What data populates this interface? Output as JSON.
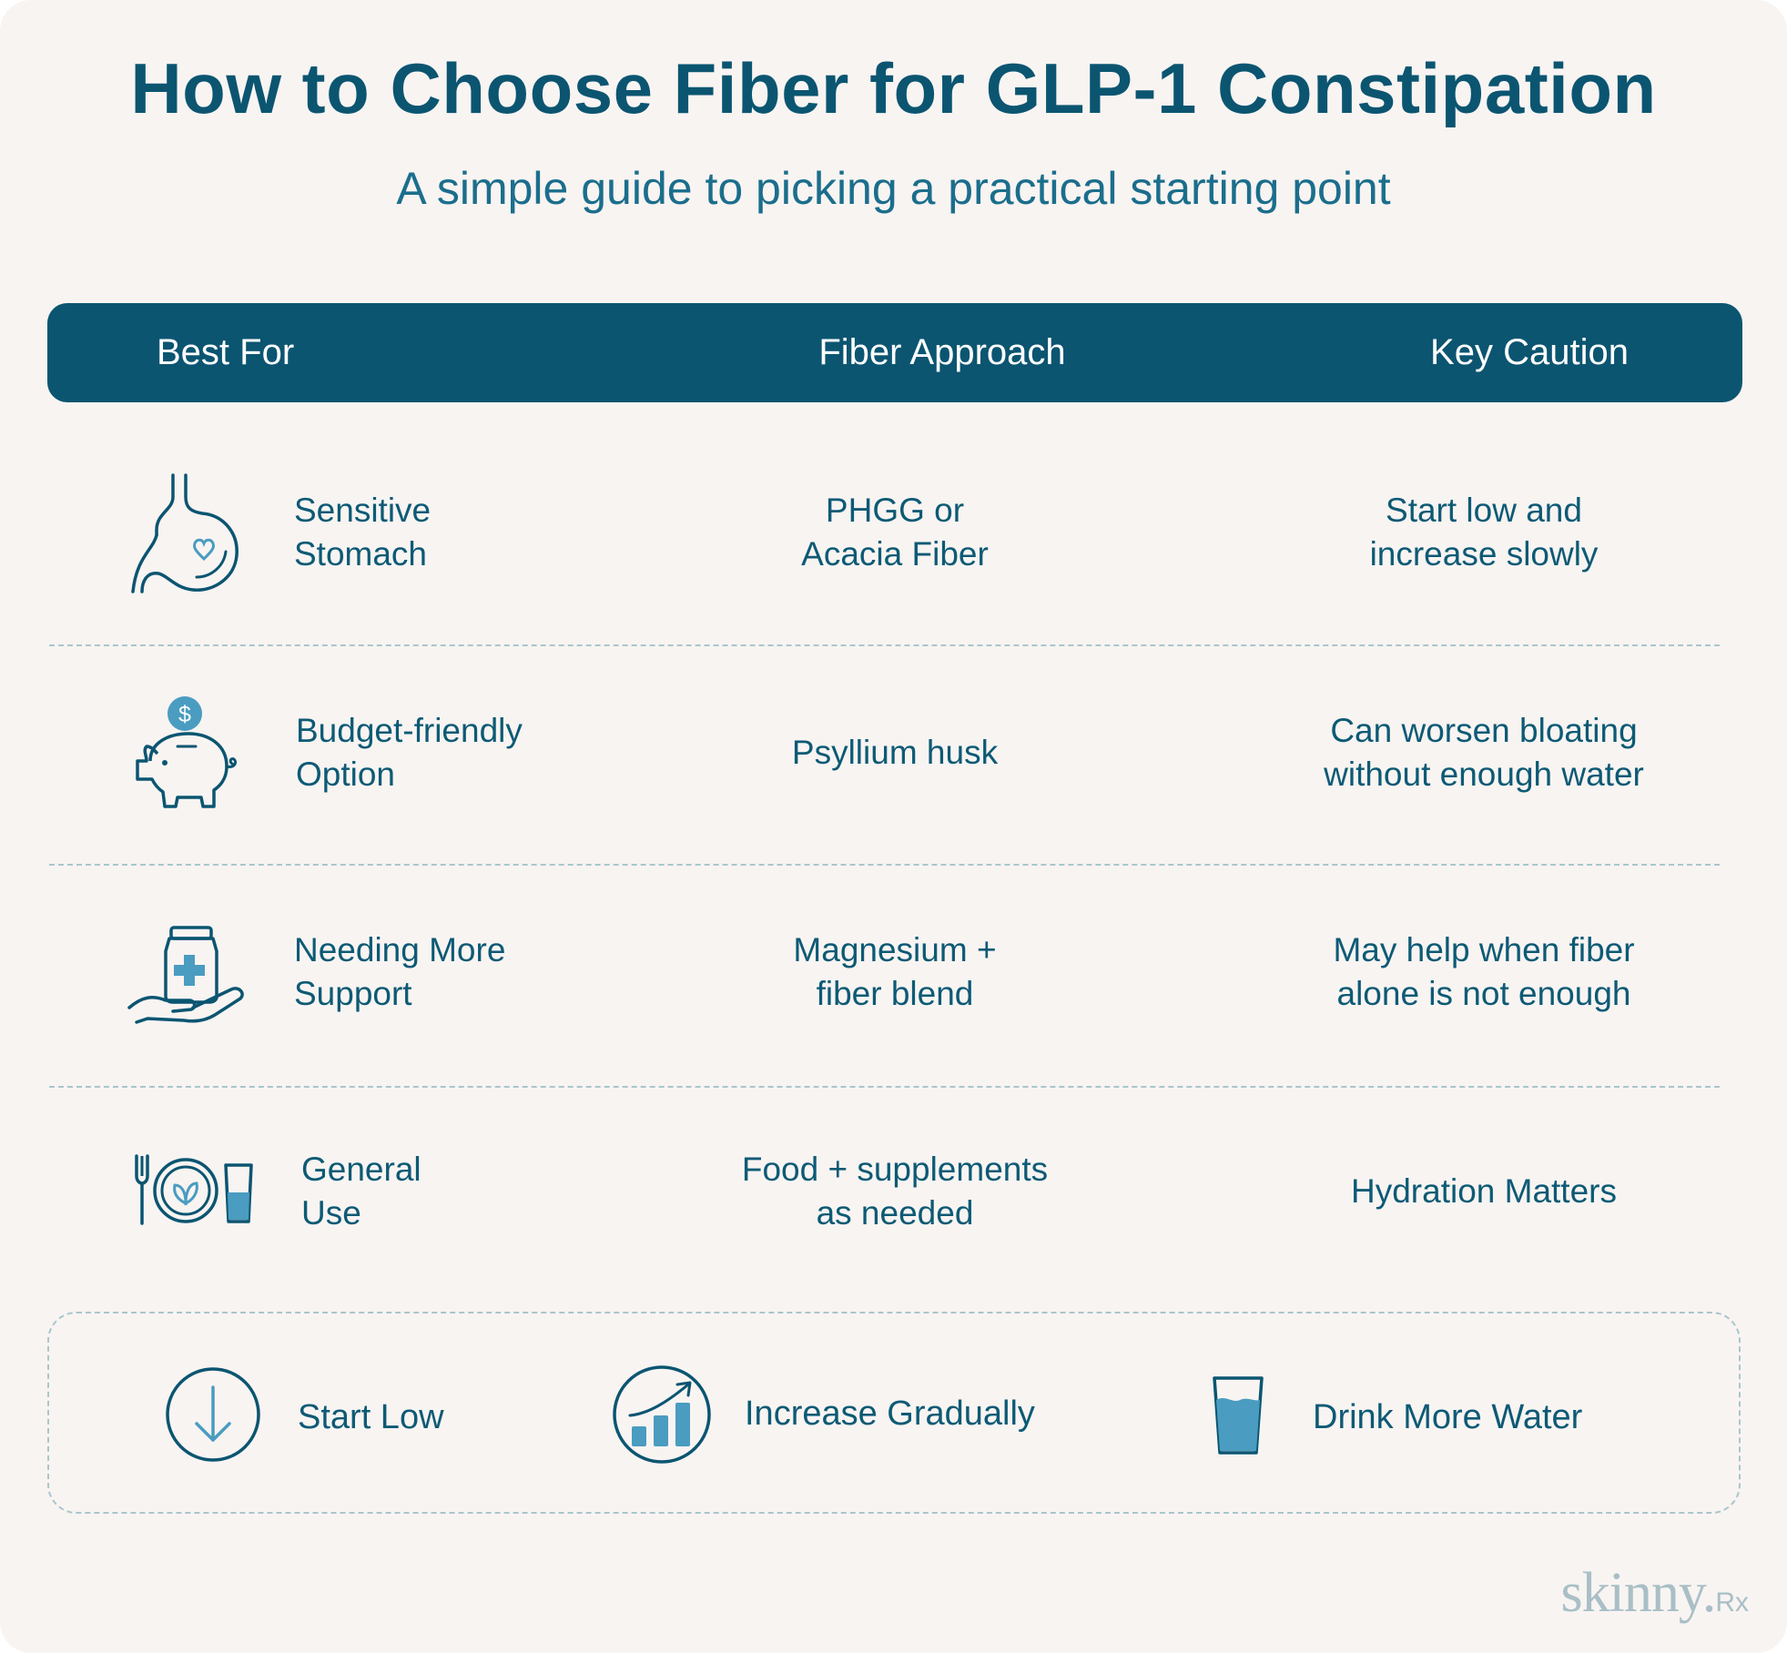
{
  "title": "How to Choose Fiber for GLP-1 Constipation",
  "subtitle": "A simple guide to picking a practical starting point",
  "table": {
    "headers": [
      "Best For",
      "Fiber Approach",
      "Key Caution"
    ],
    "rows": [
      {
        "icon": "stomach-heart-icon",
        "best_for": "Sensitive\nStomach",
        "approach": "PHGG or\nAcacia Fiber",
        "caution": "Start low and\nincrease slowly"
      },
      {
        "icon": "piggy-bank-dollar-icon",
        "best_for": "Budget-friendly\nOption",
        "approach": "Psyllium husk",
        "caution": "Can worsen bloating\nwithout enough water"
      },
      {
        "icon": "hand-supplement-bottle-icon",
        "best_for": "Needing More\nSupport",
        "approach": "Magnesium +\nfiber blend",
        "caution": "May help when fiber\nalone is not enough"
      },
      {
        "icon": "fork-plate-glass-icon",
        "best_for": "General\nUse",
        "approach": "Food + supplements\nas needed",
        "caution": "Hydration Matters"
      }
    ]
  },
  "tips": [
    {
      "icon": "arrow-down-circle-icon",
      "label": "Start Low"
    },
    {
      "icon": "bar-chart-growth-icon",
      "label": "Increase Gradually"
    },
    {
      "icon": "water-glass-icon",
      "label": "Drink More Water"
    }
  ],
  "logo": {
    "text": "skinny.",
    "suffix": "Rx"
  },
  "colors": {
    "primary": "#0b5571",
    "accent": "#4a9cc0",
    "background": "#f8f4f2",
    "divider": "#a9c6cc",
    "logo": "#a9bfc6"
  }
}
